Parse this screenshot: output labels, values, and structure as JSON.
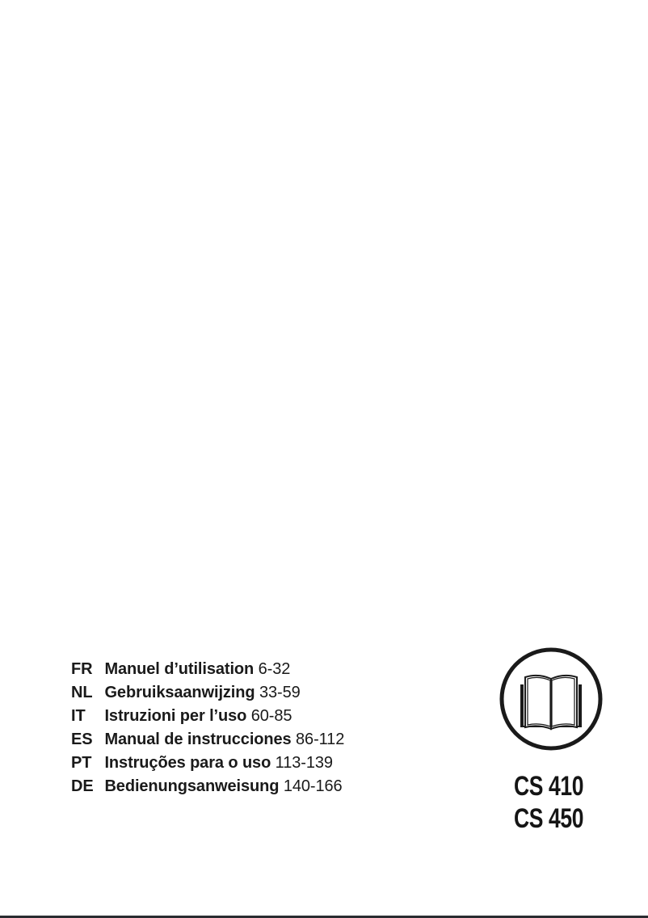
{
  "languages": [
    {
      "code": "FR",
      "title": "Manuel d’utilisation",
      "pages": "6-32"
    },
    {
      "code": "NL",
      "title": "Gebruiksaanwijzing",
      "pages": "33-59"
    },
    {
      "code": "IT",
      "title": "Istruzioni per l’uso",
      "pages": "60-85"
    },
    {
      "code": "ES",
      "title": "Manual de instrucciones",
      "pages": "86-112"
    },
    {
      "code": "PT",
      "title": "Instruções para o uso",
      "pages": "113-139"
    },
    {
      "code": "DE",
      "title": "Bedienungsanweisung",
      "pages": "140-166"
    }
  ],
  "icon": {
    "name": "read-manual-book-icon"
  },
  "models": [
    "CS 410",
    "CS 450"
  ],
  "colors": {
    "text": "#1a1a1a",
    "background": "#ffffff",
    "rule": "#2a2c30"
  }
}
